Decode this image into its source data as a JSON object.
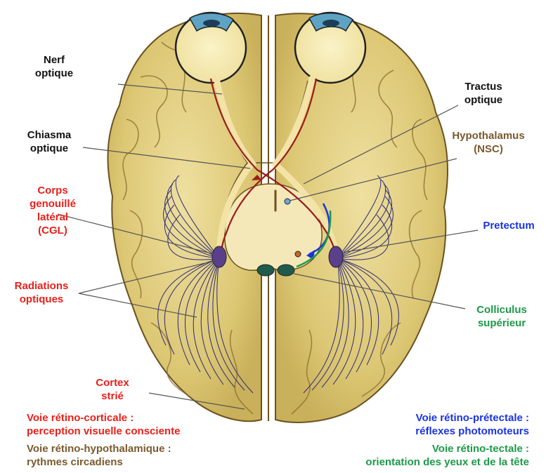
{
  "labels": {
    "nerf_optique": [
      "Nerf",
      "optique"
    ],
    "tractus_optique": [
      "Tractus",
      "optique"
    ],
    "chiasma_optique": [
      "Chiasma",
      "optique"
    ],
    "hypothalamus": [
      "Hypothalamus",
      "(NSC)"
    ],
    "cgl": [
      "Corps",
      "genouillé",
      "latéral",
      "(CGL)"
    ],
    "pretectum": [
      "Pretectum"
    ],
    "radiations": [
      "Radiations",
      "optiques"
    ],
    "colliculus": [
      "Colliculus",
      "supérieur"
    ],
    "cortex": [
      "Cortex",
      "strié"
    ]
  },
  "legend": {
    "retino_corticale": [
      "Voie rétino-corticale :",
      "perception visuelle consciente"
    ],
    "retino_hypothalamique": [
      "Voie rétino-hypothalamique :",
      "rythmes circadiens"
    ],
    "retino_pretectale": [
      "Voie rétino-prétectale :",
      "réflexes photomoteurs"
    ],
    "retino_tectale": [
      "Voie rétino-tectale :",
      "orientation des yeux et de la tête"
    ]
  },
  "colors": {
    "black": "#111111",
    "red": "#e8201a",
    "brown": "#7a5a2e",
    "blue": "#1a33e0",
    "green": "#1c9a48",
    "brain_fill": "#e2cf82",
    "brain_outline": "#6b5220",
    "pathway_red": "#9b1b1b",
    "radiations": "#2b2a7a"
  }
}
